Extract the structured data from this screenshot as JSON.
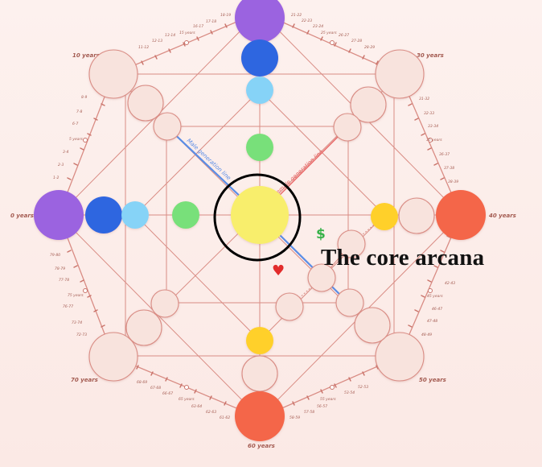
{
  "annotation": {
    "title": "The core arcana"
  },
  "ages": {
    "top_left": "10 years",
    "top_right": "30 years",
    "left": "0 years",
    "right": "40 years",
    "bottom_left": "70 years",
    "bottom_right": "50 years",
    "bottom": "60 years",
    "left_lower": "75 years",
    "left_upper": "5 years",
    "top_l": "15 years",
    "top_r": "25 years",
    "right_upper": "35 years",
    "right_lower": "45 years",
    "bottom_l": "65 years",
    "bottom_r": "55 years"
  },
  "lines": {
    "male": "Male generation line",
    "female": "Female generation line"
  },
  "symbols": {
    "money": "$",
    "love": "♥"
  },
  "colors": {
    "violet": "#9b64e0",
    "blue": "#2f66e0",
    "light_blue": "#86d3f7",
    "green": "#78e07a",
    "yellow_core": "#f8ee6c",
    "gold": "#ffd02b",
    "red_orange": "#f4664a",
    "pale": "#f8e3dd",
    "line": "#d98c84",
    "male_line": "#5a8de6",
    "female_line": "#e86666",
    "money": "#38b24a",
    "love": "#e22b2b"
  }
}
